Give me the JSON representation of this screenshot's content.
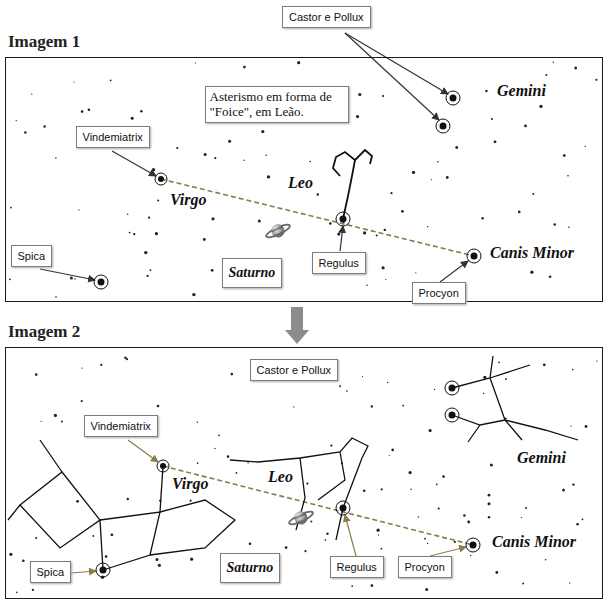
{
  "diagram": {
    "nodes": [
      {
        "text": [
          "Castor e Pollux"
        ]
      },
      {
        "text": [
          "Imagem 1"
        ]
      },
      {
        "text": [
          "Asterismo em forma de \"Foice\", em Leão."
        ],
        "in": 1
      },
      {
        "text": [
          "Vindemiatrix"
        ],
        "in": 1
      },
      {
        "text": [
          "Spica"
        ],
        "in": 1
      },
      {
        "text": [
          "Saturno"
        ],
        "in": 1
      },
      {
        "text": [
          "Regulus"
        ],
        "in": 1
      },
      {
        "text": [
          "Procyon"
        ],
        "in": 1
      },
      {
        "text": [
          "Imagem 2"
        ]
      },
      {
        "text": [
          "Castor e Pollux"
        ],
        "in": 8
      },
      {
        "text": [
          "Vindemiatrix"
        ],
        "in": 8
      },
      {
        "text": [
          "Saturno"
        ],
        "in": 8
      },
      {
        "text": [
          "Spica"
        ],
        "in": 8
      },
      {
        "text": [
          "Regulus"
        ],
        "in": 8
      },
      {
        "text": [
          "Procyon"
        ],
        "in": 8
      }
    ],
    "edges": [
      {
        "from": 1,
        "to": 8,
        "arrow": "to"
      }
    ],
    "labels": [
      "Gemini",
      "Virgo",
      "Leo",
      "Canis Minor",
      "Gemini",
      "Virgo",
      "Leo",
      "Canis Minor"
    ]
  }
}
